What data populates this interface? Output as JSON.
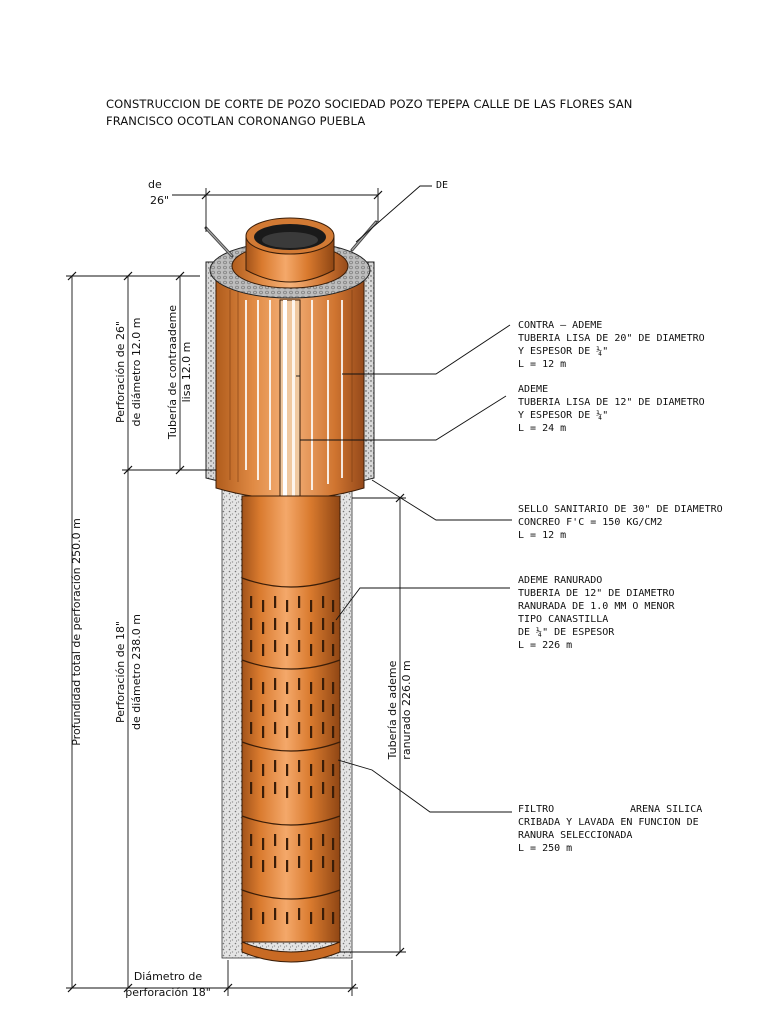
{
  "title": {
    "line1": "CONSTRUCCION DE CORTE DE POZO SOCIEDAD POZO TEPEPA CALLE DE LAS FLORES SAN",
    "line2": "FRANCISCO OCOTLAN CORONANGO PUEBLA"
  },
  "dimensions": {
    "top_de": "de",
    "top_26": "26\"",
    "total_depth": "Profundidad total de perforación 250.0 m",
    "perf26_line1": "Perforación de 26\"",
    "perf26_line2": "de diámetro 12.0 m",
    "contraademe_line1": "Tubería de contraademe",
    "contraademe_line2": "lisa 12.0 m",
    "perf18_line1": "Perforación de 18\"",
    "perf18_line2": "de diámetro 238.0 m",
    "ranurado_line1": "Tubería de ademe",
    "ranurado_line2": "ranurado 226.0 m",
    "bottom_line1": "Diámetro de",
    "bottom_line2": "perforación 18\""
  },
  "labels": {
    "de": "DE",
    "contra_ademe": [
      "CONTRA – ADEME",
      "TUBERIA LISA DE 20\" DE DIAMETRO",
      "Y ESPESOR DE ¼\"",
      "L = 12 m"
    ],
    "ademe": [
      "ADEME",
      "TUBERIA LISA DE 12\" DE DIAMETRO",
      "Y ESPESOR DE ¼\"",
      "L = 24 m"
    ],
    "sello": [
      "SELLO SANITARIO DE 30\" DE DIAMETRO",
      "CONCREO F'C = 150 KG/CM2",
      "L = 12 m"
    ],
    "ranurado": [
      "ADEME RANURADO",
      "TUBERIA DE 12\" DE DIAMETRO",
      "RANURADA DE 1.0 MM O MENOR",
      "TIPO CANASTILLA",
      "DE ¼\" DE ESPESOR",
      "L = 226 m"
    ],
    "filtro_a": "FILTRO",
    "filtro_b": "ARENA SILICA",
    "filtro": [
      "CRIBADA Y LAVADA EN FUNCION DE",
      "RANURA SELECCIONADA",
      "L = 250 m"
    ]
  },
  "colors": {
    "pipe_light": "#f4a86a",
    "pipe_mid": "#d97a2e",
    "pipe_dark": "#a2531a",
    "gravel": "#cfcfcf",
    "ink": "#111111"
  }
}
